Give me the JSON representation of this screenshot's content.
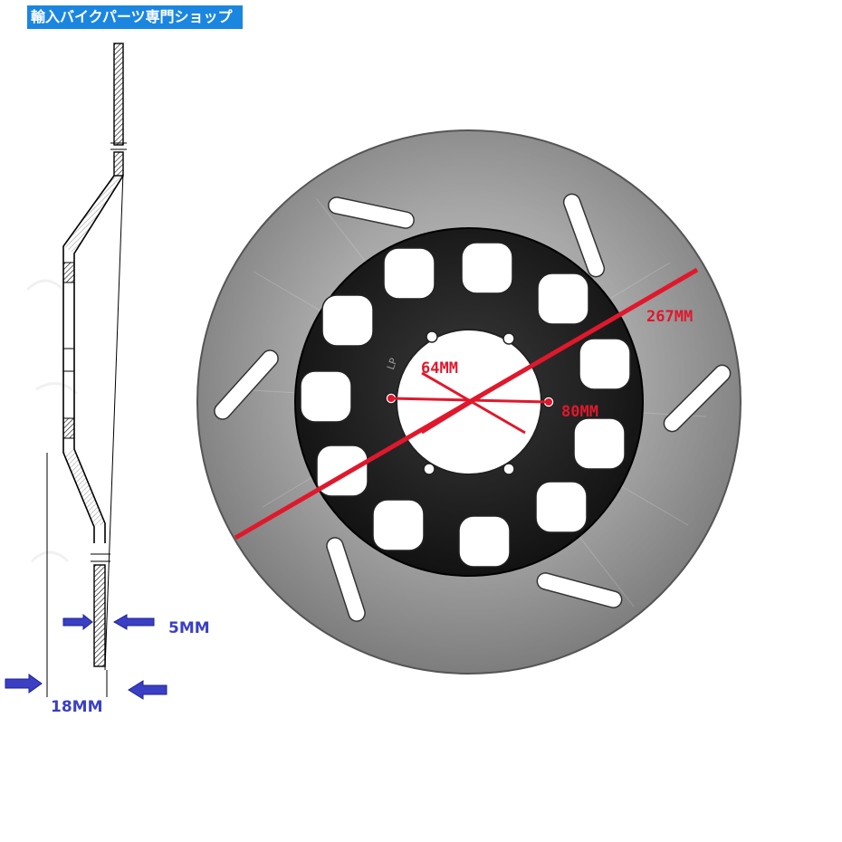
{
  "banner": {
    "text": "輸入バイクパーツ専門ショップ",
    "background": "#1a86e0"
  },
  "dimensions": {
    "outer_diameter": "267MM",
    "center_hole": "64MM",
    "bolt_circle": "80MM",
    "disc_thickness": "5MM",
    "total_offset": "18MM"
  },
  "disc": {
    "hub_markings": "LP"
  },
  "colors": {
    "dimension_line": "#e0182c",
    "arrow": "#3a3fc4",
    "dimension_text": "#3a3fc4",
    "disc_steel": "#9a9a9a",
    "hub": "#1c1c1c"
  }
}
